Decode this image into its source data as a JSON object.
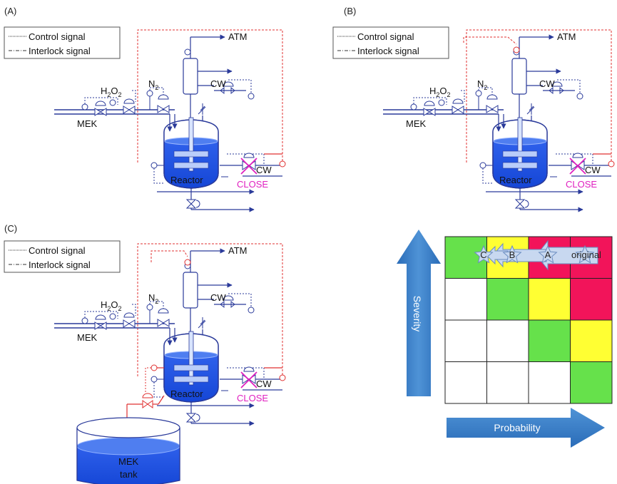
{
  "panels": [
    {
      "label": "(A)",
      "legend": {
        "control": "Control signal",
        "interlock": "Interlock signal"
      },
      "atm": "ATM",
      "cw_top": "CW",
      "h2o2_main": "H",
      "h2o2_sub1": "2",
      "h2o2_mid": "O",
      "h2o2_sub2": "2",
      "n2_main": "N",
      "n2_sub": "2",
      "mek": "MEK",
      "reactor": "Reactor",
      "cw_right": "CW",
      "close": "CLOSE"
    },
    {
      "label": "(B)",
      "legend": {
        "control": "Control signal",
        "interlock": "Interlock signal"
      },
      "atm": "ATM",
      "cw_top": "CW",
      "h2o2_main": "H",
      "h2o2_sub1": "2",
      "h2o2_mid": "O",
      "h2o2_sub2": "2",
      "n2_main": "N",
      "n2_sub": "2",
      "mek": "MEK",
      "reactor": "Reactor",
      "cw_right": "CW",
      "close": "CLOSE"
    },
    {
      "label": "(C)",
      "legend": {
        "control": "Control signal",
        "interlock": "Interlock signal"
      },
      "atm": "ATM",
      "cw_top": "CW",
      "h2o2_main": "H",
      "h2o2_sub1": "2",
      "h2o2_mid": "O",
      "h2o2_sub2": "2",
      "n2_main": "N",
      "n2_sub": "2",
      "mek": "MEK",
      "reactor": "Reactor",
      "cw_right": "CW",
      "close": "CLOSE",
      "tank_line1": "MEK",
      "tank_line2": "tank"
    }
  ],
  "risk_matrix": {
    "y_axis_label": "Severity",
    "x_axis_label": "Probability",
    "rows": [
      [
        "green",
        "yellow",
        "red",
        "red"
      ],
      [
        "white",
        "green",
        "yellow",
        "red"
      ],
      [
        "white",
        "white",
        "green",
        "yellow"
      ],
      [
        "white",
        "white",
        "white",
        "green"
      ]
    ],
    "markers": [
      "C",
      "B",
      "A",
      "original"
    ],
    "colors": {
      "green": "#66e14b",
      "yellow": "#ffff33",
      "red": "#f2145a",
      "white": "#ffffff",
      "arrow": "#3a7fbf",
      "star": "#c8d8f0"
    }
  }
}
